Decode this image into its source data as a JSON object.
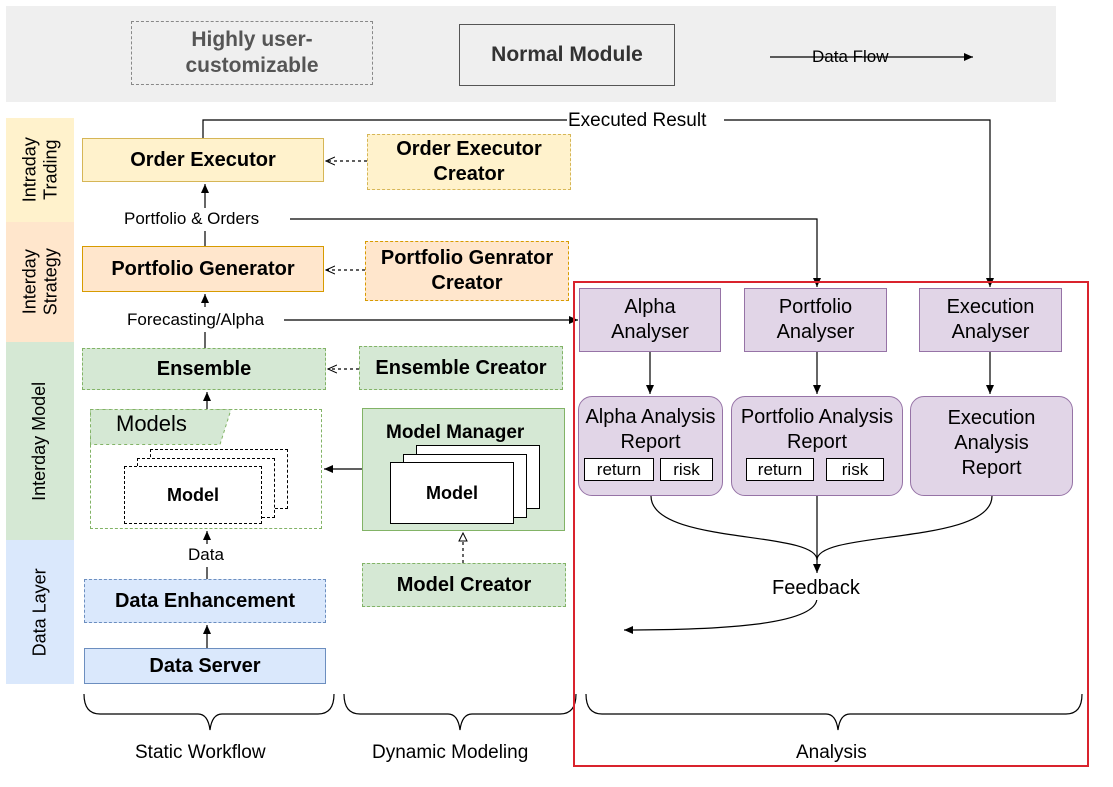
{
  "legend": {
    "customizable": "Highly user-customizable",
    "normal": "Normal Module",
    "flow": "Data Flow"
  },
  "lanes": {
    "intraday_trading": "Intraday Trading",
    "interday_strategy": "Interday Strategy",
    "interday_model": "Interday Model",
    "data_layer": "Data Layer"
  },
  "workflow": {
    "order_executor": "Order Executor",
    "order_executor_creator": "Order Executor Creator",
    "portfolio_orders": "Portfolio & Orders",
    "portfolio_generator": "Portfolio Generator",
    "portfolio_generator_creator": "Portfolio Genrator Creator",
    "forecasting_alpha": "Forecasting/Alpha",
    "ensemble": "Ensemble",
    "ensemble_creator": "Ensemble Creator",
    "models_label": "Models",
    "model": "Model",
    "model_manager": "Model Manager",
    "model_in_manager": "Model",
    "data_label": "Data",
    "data_enhancement": "Data Enhancement",
    "model_creator": "Model Creator",
    "data_server": "Data Server",
    "executed_result": "Executed Result"
  },
  "analysis": {
    "alpha_analyser": "Alpha Analyser",
    "portfolio_analyser": "Portfolio Analyser",
    "execution_analyser": "Execution Analyser",
    "alpha_report": "Alpha Analysis Report",
    "portfolio_report": "Portfolio Analysis Report",
    "execution_report": "Execution Analysis Report",
    "return_label": "return",
    "risk_label": "risk",
    "feedback": "Feedback"
  },
  "sections": {
    "static_workflow": "Static Workflow",
    "dynamic_modeling": "Dynamic Modeling",
    "analysis": "Analysis"
  },
  "colors": {
    "highlight_border": "#d9232d",
    "yellow_fill": "#fff2cc",
    "orange_fill": "#ffe6cc",
    "green_fill": "#d5e8d4",
    "blue_fill": "#dae8fc",
    "purple_fill": "#e1d5e7"
  }
}
